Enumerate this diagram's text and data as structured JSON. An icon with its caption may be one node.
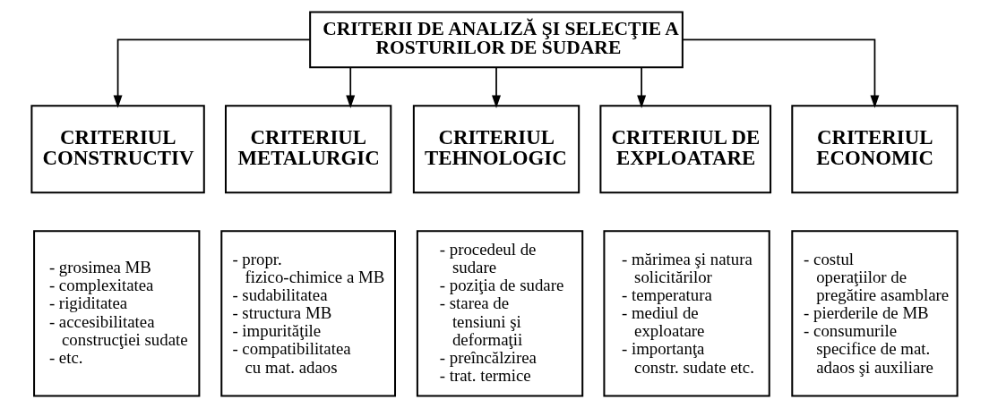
{
  "diagram": {
    "nodes": [
      {
        "text": [
          "CRITERII DE ANALIZĂ ŞI SELECŢIE A ROSTURILOR DE SUDARE"
        ]
      },
      {
        "text": [
          "CRITERIUL CONSTRUCTIV"
        ]
      },
      {
        "text": [
          "CRITERIUL METALURGIC"
        ]
      },
      {
        "text": [
          "CRITERIUL TEHNOLOGIC"
        ]
      },
      {
        "text": [
          "CRITERIUL DE EXPLOATARE"
        ]
      },
      {
        "text": [
          "CRITERIUL ECONOMIC"
        ]
      },
      {
        "text": [
          "- grosimea MB",
          "- complexitatea",
          "- rigiditatea",
          "- accesibilitatea construcţiei sudate",
          "- etc."
        ]
      },
      {
        "text": [
          "- propr. fizico-chimice a MB",
          "- sudabilitatea",
          "- structura MB",
          "- impurităţile",
          "- compatibilitatea cu mat. adaos"
        ]
      },
      {
        "text": [
          "- procedeul de sudare",
          "- poziţia de sudare",
          "- starea de tensiuni şi deformaţii",
          "- preîncălzirea",
          "- trat. termice"
        ]
      },
      {
        "text": [
          "- mărimea şi natura solicitărilor",
          "- temperatura",
          "- mediul de exploatare",
          "- importanţa constr. sudate etc."
        ]
      },
      {
        "text": [
          "- costul operaţiilor de pregătire asamblare",
          "- pierderile de MB",
          "- consumurile specifice de mat. adaos şi auxiliare"
        ]
      }
    ],
    "edges": [
      {
        "from": 0,
        "to": 1,
        "arrow": "to"
      },
      {
        "from": 0,
        "to": 2,
        "arrow": "to"
      },
      {
        "from": 0,
        "to": 3,
        "arrow": "to"
      },
      {
        "from": 0,
        "to": 4,
        "arrow": "to"
      },
      {
        "from": 0,
        "to": 5,
        "arrow": "to"
      }
    ]
  }
}
